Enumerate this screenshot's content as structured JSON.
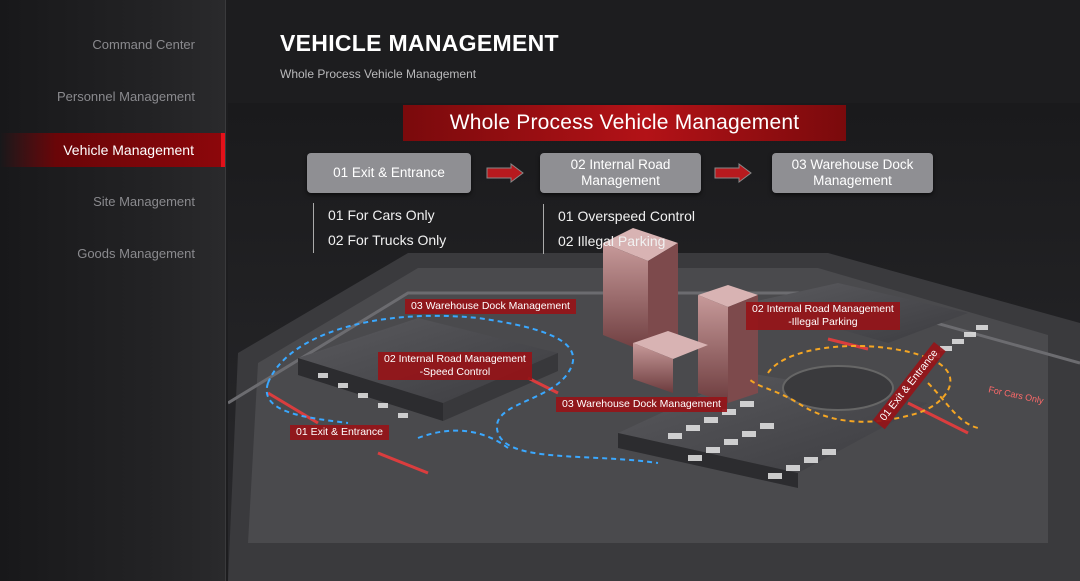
{
  "sidebar": {
    "items": [
      {
        "label": "Command Center"
      },
      {
        "label": "Personnel Management"
      },
      {
        "label": "Vehicle Management"
      },
      {
        "label": "Site Management"
      },
      {
        "label": "Goods Management"
      }
    ]
  },
  "header": {
    "title": "VEHICLE MANAGEMENT",
    "subtitle": "Whole Process Vehicle Management"
  },
  "banner": {
    "title": "Whole Process Vehicle Management"
  },
  "steps": [
    {
      "line1": "01 Exit & Entrance",
      "line2": ""
    },
    {
      "line1": "02 Internal Road",
      "line2": "Management"
    },
    {
      "line1": "03 Warehouse Dock",
      "line2": "Management"
    }
  ],
  "step_details": {
    "exit_entrance": [
      "01 For Cars Only",
      "02 For Trucks Only"
    ],
    "internal_road": [
      "01 Overspeed Control",
      "02 Illegal Parking"
    ]
  },
  "map_labels": {
    "warehouse_dock_top": "03 Warehouse Dock Management",
    "internal_road_speed_1": "02 Internal Road Management",
    "internal_road_speed_2": "-Speed Control",
    "internal_road_parking_1": "02 Internal Road Management",
    "internal_road_parking_2": "-Illegal Parking",
    "warehouse_dock_center": "03 Warehouse Dock Management",
    "exit_entrance_left": "01 Exit & Entrance",
    "exit_entrance_right": "01 Exit & Entrance",
    "for_cars_only": "For Cars Only"
  },
  "colors": {
    "accent_red": "#e3111a",
    "route_blue": "#3aa8ff",
    "route_orange": "#f5a623"
  }
}
